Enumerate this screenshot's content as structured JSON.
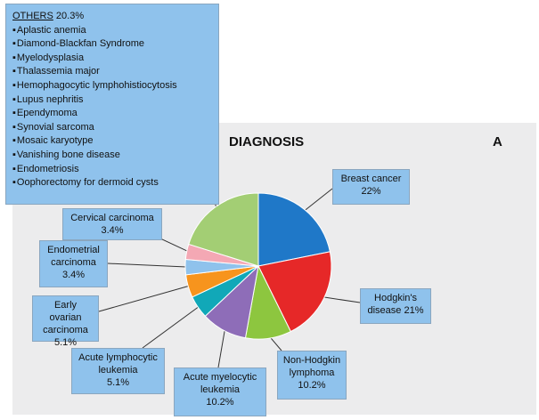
{
  "chart_data": {
    "type": "pie",
    "title": "DIAGNOSIS",
    "panel_label": "A",
    "slices": [
      {
        "label": "Breast cancer",
        "value": 22,
        "value_label": "22%",
        "color": "#1f78c8"
      },
      {
        "label": "Hodgkin's disease",
        "value": 21,
        "value_label": "21%",
        "color": "#e62828"
      },
      {
        "label": "Non-Hodgkin lymphoma",
        "value": 10.2,
        "value_label": "10.2%",
        "color": "#8dc63f"
      },
      {
        "label": "Acute myelocytic leukemia",
        "value": 10.2,
        "value_label": "10.2%",
        "color": "#8e6db8"
      },
      {
        "label": "Acute lymphocytic leukemia",
        "value": 5.1,
        "value_label": "5.1%",
        "color": "#11a8b8"
      },
      {
        "label": "Early ovarian carcinoma",
        "value": 5.1,
        "value_label": "5.1%",
        "color": "#f7941d"
      },
      {
        "label": "Endometrial carcinoma",
        "value": 3.4,
        "value_label": "3.4%",
        "color": "#8fc2ec"
      },
      {
        "label": "Cervical carcinoma",
        "value": 3.4,
        "value_label": "3.4%",
        "color": "#f4a8b4"
      },
      {
        "label": "OTHERS",
        "value": 20.3,
        "value_label": "20.3%",
        "color": "#a3ce74"
      }
    ],
    "others": {
      "title": "OTHERS",
      "value_label": "20.3%",
      "items": [
        "Aplastic anemia",
        "Diamond-Blackfan Syndrome",
        "Myelodysplasia",
        "Thalassemia major",
        "Hemophagocytic lymphohistiocytosis",
        "Lupus nephritis",
        "Ependymoma",
        "Synovial sarcoma",
        "Mosaic karyotype",
        "Vanishing bone disease",
        "Endometriosis",
        "Oophorectomy for dermoid cysts"
      ]
    },
    "callouts": {
      "breast": {
        "line1": "Breast cancer",
        "pct": "22%"
      },
      "hodgkin": {
        "line1": "Hodgkin's",
        "line2": "disease 21%"
      },
      "nonhodgkin": {
        "line1": "Non-Hodgkin",
        "line2": "lymphoma",
        "pct": "10.2%"
      },
      "aml": {
        "line1": "Acute myelocytic",
        "line2": "leukemia",
        "pct": "10.2%"
      },
      "all": {
        "line1": "Acute lymphocytic",
        "line2": "leukemia",
        "pct": "5.1%"
      },
      "ovarian": {
        "line1": "Early ovarian",
        "line2": "carcinoma",
        "pct": "5.1%"
      },
      "endometrial": {
        "line1": "Endometrial",
        "line2": "carcinoma",
        "pct": "3.4%"
      },
      "cervical": {
        "line1": "Cervical carcinoma",
        "pct": "3.4%"
      }
    }
  }
}
